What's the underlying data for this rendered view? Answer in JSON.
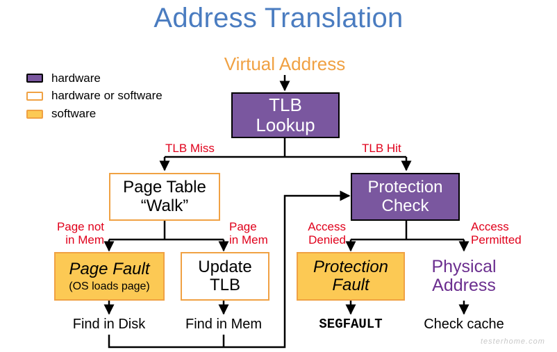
{
  "title": "Address Translation",
  "legend": [
    {
      "label": "hardware",
      "kind": "hardware"
    },
    {
      "label": "hardware or software",
      "kind": "hardware-or-software"
    },
    {
      "label": "software",
      "kind": "software"
    }
  ],
  "colors": {
    "hardware_fill": "#7a579f",
    "software_fill": "#fcc954",
    "outline": "#f0a143",
    "title": "#4a7cc0",
    "virtual_address": "#f0a143",
    "physical_address": "#6b2f8f",
    "edge_label": "#e0001b"
  },
  "nodes": {
    "virtual_address": "Virtual Address",
    "tlb_lookup": [
      "TLB",
      "Lookup"
    ],
    "page_table_walk": [
      "Page Table",
      "“Walk”"
    ],
    "protection_check": [
      "Protection",
      "Check"
    ],
    "page_fault": [
      "Page Fault",
      "(OS loads page)"
    ],
    "update_tlb": [
      "Update",
      "TLB"
    ],
    "protection_fault": [
      "Protection",
      "Fault"
    ],
    "physical_address": [
      "Physical",
      "Address"
    ]
  },
  "edge_labels": {
    "tlb_miss": "TLB Miss",
    "tlb_hit": "TLB Hit",
    "page_not_in_mem": [
      "Page not",
      "in Mem"
    ],
    "page_in_mem": [
      "Page",
      "in Mem"
    ],
    "access_denied": [
      "Access",
      "Denied"
    ],
    "access_permitted": [
      "Access",
      "Permitted"
    ]
  },
  "outcomes": {
    "find_in_disk": "Find in Disk",
    "find_in_mem": "Find in Mem",
    "segfault": "SEGFAULT",
    "check_cache": "Check cache"
  },
  "watermark": "testerhome.com"
}
